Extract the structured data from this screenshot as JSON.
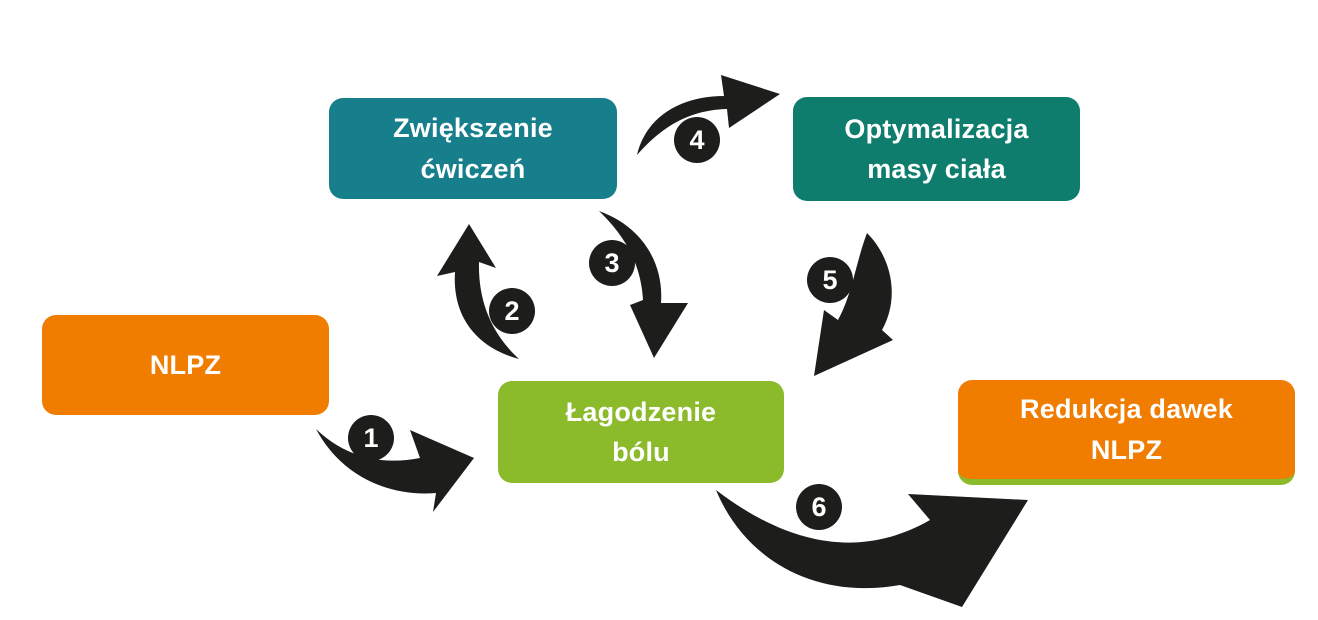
{
  "background": "#ffffff",
  "arrow_color": "#1d1d1b",
  "badge_text_color": "#ffffff",
  "nodes": {
    "nlpz": {
      "label": "NLPZ",
      "color": "#f07d00"
    },
    "exercise": {
      "label": "Zwiększenie\nćwiczeń",
      "color": "#177f8c"
    },
    "weight": {
      "label": "Optymalizacja\nmasy ciała",
      "color": "#0f7d6d"
    },
    "pain": {
      "label": "Łagodzenie\nbólu",
      "color": "#8bba2b"
    },
    "reduction": {
      "label": "Redukcja dawek\nNLPZ",
      "color": "#f07d00",
      "underline_color": "#8bba2b"
    }
  },
  "arrows": [
    {
      "step": "1",
      "from": "nlpz",
      "to": "pain"
    },
    {
      "step": "2",
      "from": "pain",
      "to": "exercise"
    },
    {
      "step": "3",
      "from": "exercise",
      "to": "pain"
    },
    {
      "step": "4",
      "from": "exercise",
      "to": "weight"
    },
    {
      "step": "5",
      "from": "weight",
      "to": "pain"
    },
    {
      "step": "6",
      "from": "pain",
      "to": "reduction"
    }
  ]
}
